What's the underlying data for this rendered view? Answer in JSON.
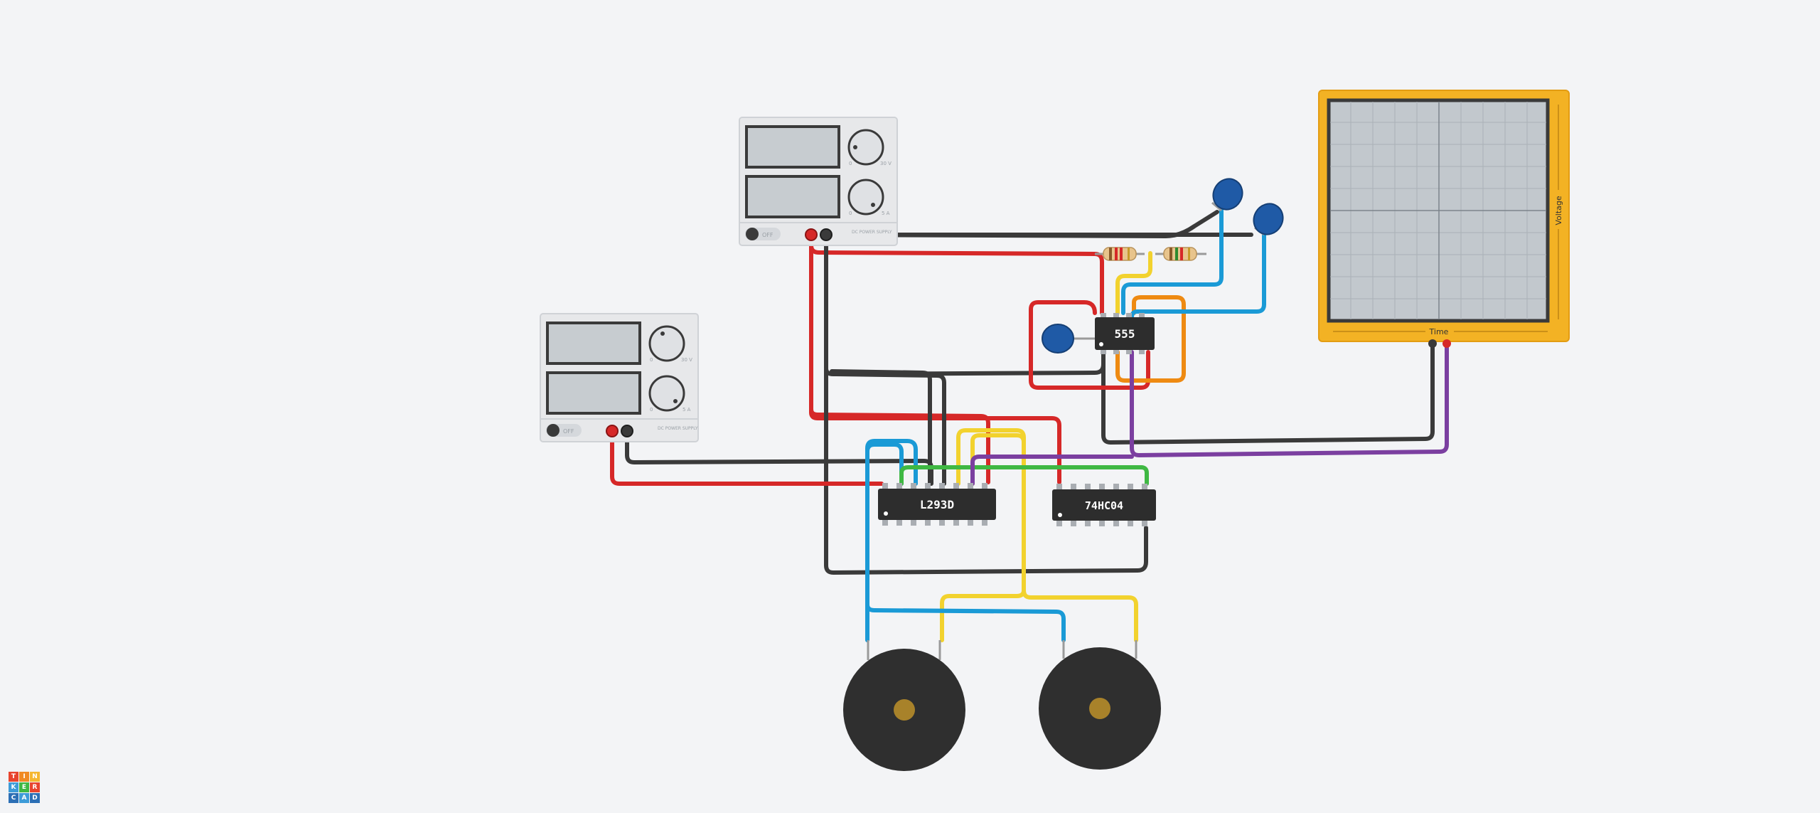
{
  "app": {
    "name": "TINKERCAD",
    "logo_letters": [
      "T",
      "I",
      "N",
      "K",
      "E",
      "R",
      "C",
      "A",
      "D"
    ]
  },
  "power_supplies": [
    {
      "id": "top",
      "switch_label": "OFF",
      "scale_v_min": "0",
      "scale_v_max": "30 V",
      "scale_a_min": "0",
      "scale_a_max": "5 A",
      "brand": "DC POWER SUPPLY"
    },
    {
      "id": "left",
      "switch_label": "OFF",
      "scale_v_min": "0",
      "scale_v_max": "30 V",
      "scale_a_min": "0",
      "scale_a_max": "5 A",
      "brand": "DC POWER SUPPLY"
    }
  ],
  "chips": {
    "timer": "555",
    "driver": "L293D",
    "inverter": "74HC04"
  },
  "oscilloscope": {
    "x_label": "Time",
    "y_label": "Voltage"
  },
  "colors": {
    "red": "#d62828",
    "black": "#3a3a3a",
    "blue": "#1a9ad6",
    "yellow": "#f2d22e",
    "green": "#3fb843",
    "purple": "#7b3fa0",
    "orange": "#ee8a12",
    "scope_frame": "#f3b224"
  }
}
